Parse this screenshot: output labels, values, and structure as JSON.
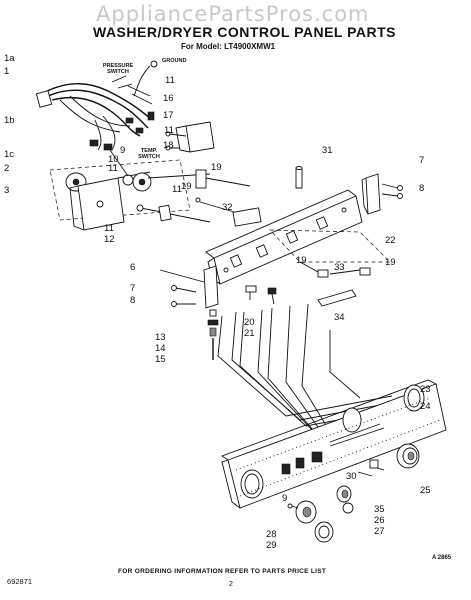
{
  "watermark": "AppliancePartsPros.com",
  "title": "WASHER/DRYER CONTROL PANEL PARTS",
  "model_line": "For Model: LT4900XMW1",
  "callouts": {
    "pressure_switch": "PRESSURE SWITCH",
    "ground": "GROUND",
    "temp_switch": "TEMP. SWITCH"
  },
  "part_numbers": {
    "p1a": "1a",
    "p1": "1",
    "p1b": "1b",
    "p1c": "1c",
    "p2": "2",
    "p3": "3",
    "p9": "9",
    "p10": "10",
    "p11a": "11",
    "p11b": "11",
    "p11c": "11",
    "p11d": "11",
    "p11e": "11",
    "p12": "12",
    "p16": "16",
    "p17": "17",
    "p18": "18",
    "p19a": "19",
    "p19b": "19",
    "p19c": "19",
    "p19d": "19",
    "p31": "31",
    "p32": "32",
    "p7a": "7",
    "p8a": "8",
    "p22": "22",
    "p6": "6",
    "p7b": "7",
    "p8b": "8",
    "p33": "33",
    "p20": "20",
    "p21": "21",
    "p34": "34",
    "p13": "13",
    "p14": "14",
    "p15": "15",
    "p23": "23",
    "p24": "24",
    "p30": "30",
    "p25": "25",
    "p9b": "9",
    "p35": "35",
    "p26": "26",
    "p27": "27",
    "p28": "28",
    "p29": "29"
  },
  "footer": "FOR ORDERING INFORMATION REFER TO PARTS PRICE LIST",
  "doc_code": "692871",
  "page_number": "2",
  "figure_code": "A 2865"
}
